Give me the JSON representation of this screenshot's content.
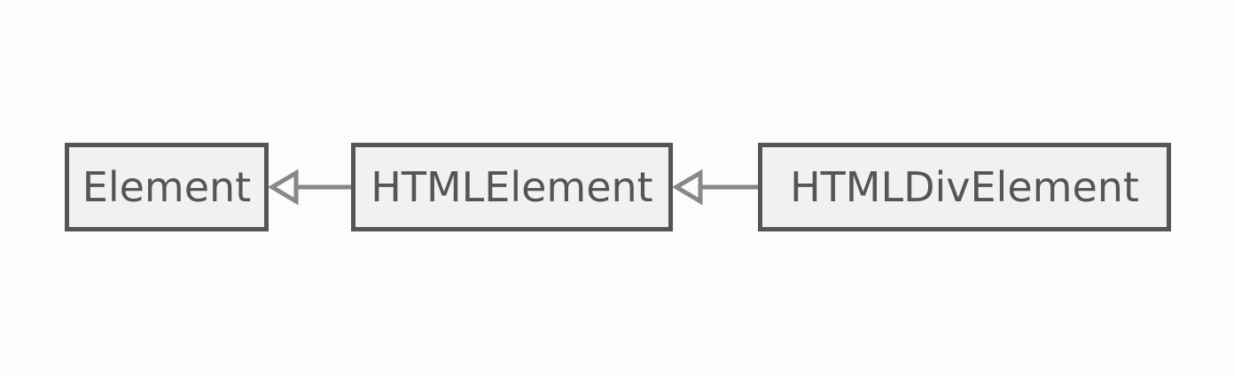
{
  "diagram": {
    "type": "inheritance",
    "nodes": [
      {
        "id": "element",
        "label": "Element"
      },
      {
        "id": "htmlelement",
        "label": "HTMLElement"
      },
      {
        "id": "htmldivelement",
        "label": "HTMLDivElement"
      }
    ],
    "edges": [
      {
        "from": "htmlelement",
        "to": "element",
        "arrow": "hollow-triangle"
      },
      {
        "from": "htmldivelement",
        "to": "htmlelement",
        "arrow": "hollow-triangle"
      }
    ],
    "colors": {
      "border": "#555555",
      "fill": "#f1f1f1",
      "edge": "#888888",
      "text": "#555555"
    }
  }
}
